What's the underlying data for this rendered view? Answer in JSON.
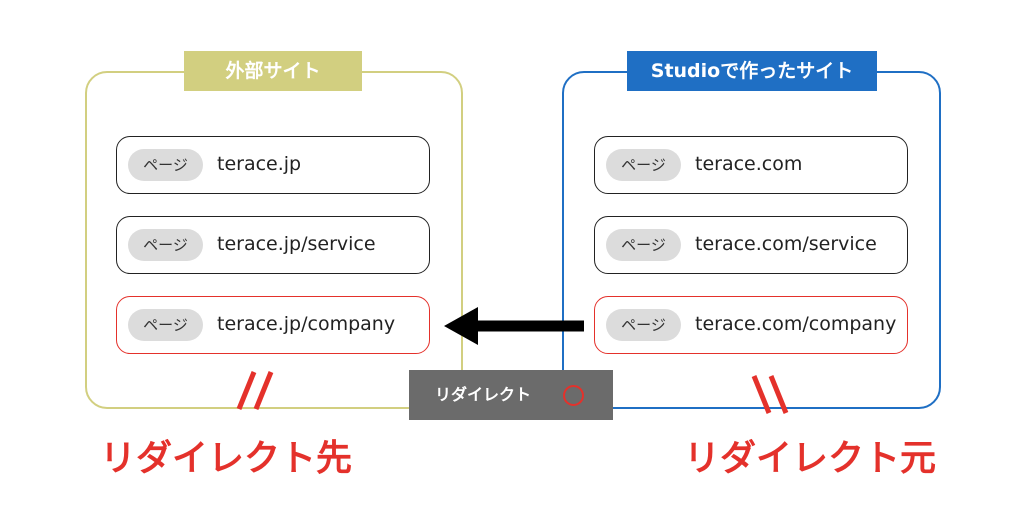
{
  "left_site": {
    "title": "外部サイト",
    "pages": [
      {
        "tag": "ページ",
        "url": "terace.jp",
        "highlighted": false
      },
      {
        "tag": "ページ",
        "url": "terace.jp/service",
        "highlighted": false
      },
      {
        "tag": "ページ",
        "url": "terace.jp/company",
        "highlighted": true
      }
    ],
    "caption": "リダイレクト先"
  },
  "right_site": {
    "title": "Studioで作ったサイト",
    "pages": [
      {
        "tag": "ページ",
        "url": "terace.com",
        "highlighted": false
      },
      {
        "tag": "ページ",
        "url": "terace.com/service",
        "highlighted": false
      },
      {
        "tag": "ページ",
        "url": "terace.com/company",
        "highlighted": true
      }
    ],
    "caption": "リダイレクト元"
  },
  "redirect": {
    "label": "リダイレクト",
    "status_icon": "circle-ok-icon"
  },
  "colors": {
    "left_accent": "#d2cf80",
    "right_accent": "#1f6fc4",
    "highlight": "#e4312b",
    "label_bg": "#6b6b6b",
    "pill_bg": "#dcdcdc"
  }
}
